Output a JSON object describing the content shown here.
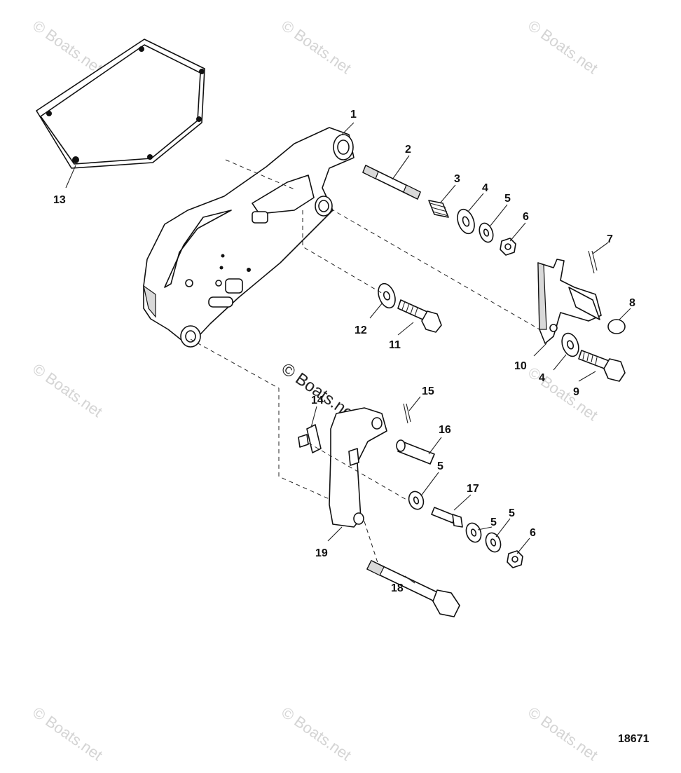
{
  "drawing_number": "18671",
  "watermark": "© Boats.net",
  "callouts": [
    {
      "id": "c1",
      "label": "1"
    },
    {
      "id": "c2",
      "label": "2"
    },
    {
      "id": "c3",
      "label": "3"
    },
    {
      "id": "c4a",
      "label": "4"
    },
    {
      "id": "c5a",
      "label": "5"
    },
    {
      "id": "c6a",
      "label": "6"
    },
    {
      "id": "c7",
      "label": "7"
    },
    {
      "id": "c8",
      "label": "8"
    },
    {
      "id": "c9",
      "label": "9"
    },
    {
      "id": "c10",
      "label": "10"
    },
    {
      "id": "c4b",
      "label": "4"
    },
    {
      "id": "c11",
      "label": "11"
    },
    {
      "id": "c12",
      "label": "12"
    },
    {
      "id": "c13",
      "label": "13"
    },
    {
      "id": "c14",
      "label": "14"
    },
    {
      "id": "c15",
      "label": "15"
    },
    {
      "id": "c16",
      "label": "16"
    },
    {
      "id": "c5b",
      "label": "5"
    },
    {
      "id": "c17",
      "label": "17"
    },
    {
      "id": "c5c",
      "label": "5"
    },
    {
      "id": "c5d",
      "label": "5"
    },
    {
      "id": "c6b",
      "label": "6"
    },
    {
      "id": "c19",
      "label": "19"
    },
    {
      "id": "c18",
      "label": "18"
    }
  ]
}
